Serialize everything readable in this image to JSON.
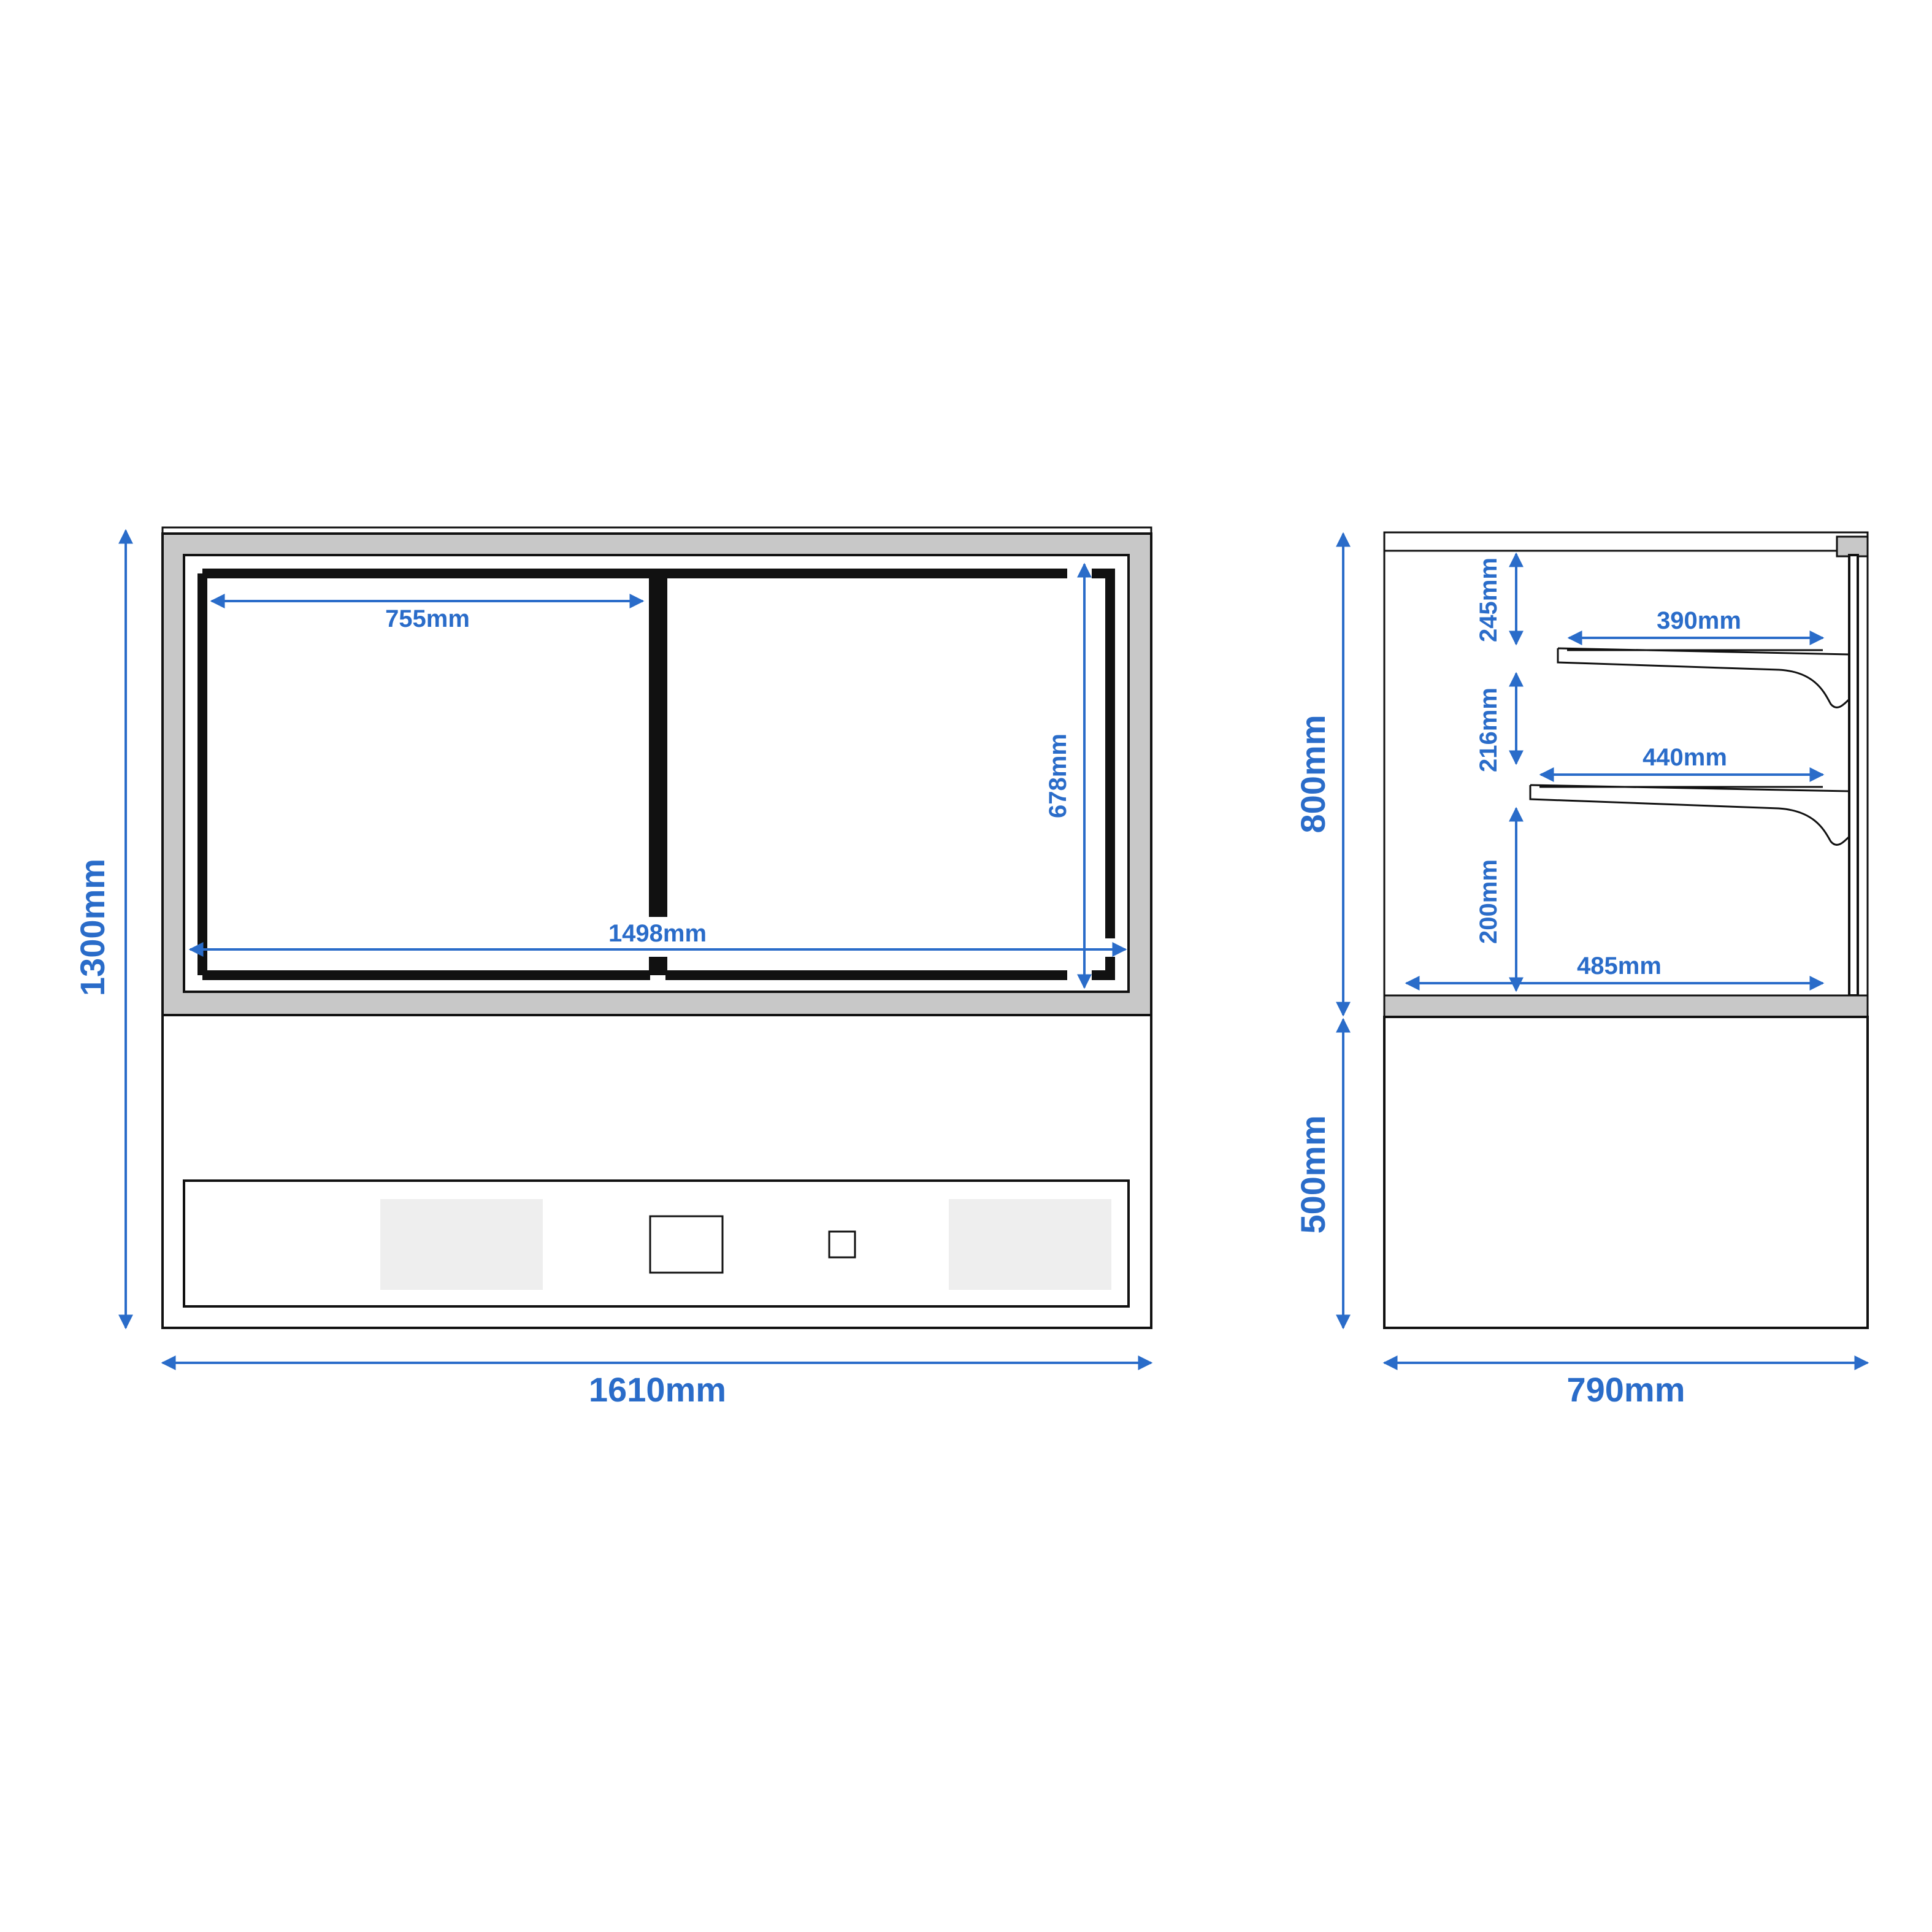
{
  "front_view": {
    "total_height_label": "1300mm",
    "total_width_label": "1610mm",
    "door_width_label": "755mm",
    "inner_width_label": "1498mm",
    "inner_height_label": "678mm"
  },
  "side_view": {
    "upper_height_label": "800mm",
    "lower_height_label": "500mm",
    "depth_label": "790mm",
    "shelf_gap_top_label": "245mm",
    "shelf_gap_mid_label": "216mm",
    "shelf_gap_bottom_label": "200mm",
    "shelf_top_depth_label": "390mm",
    "shelf_mid_depth_label": "440mm",
    "base_depth_label": "485mm"
  },
  "colors": {
    "dimension": "#2a6cc9",
    "outline": "#111111",
    "frame_gray": "#c8c8c8",
    "panel_gray": "#eeeeee"
  }
}
